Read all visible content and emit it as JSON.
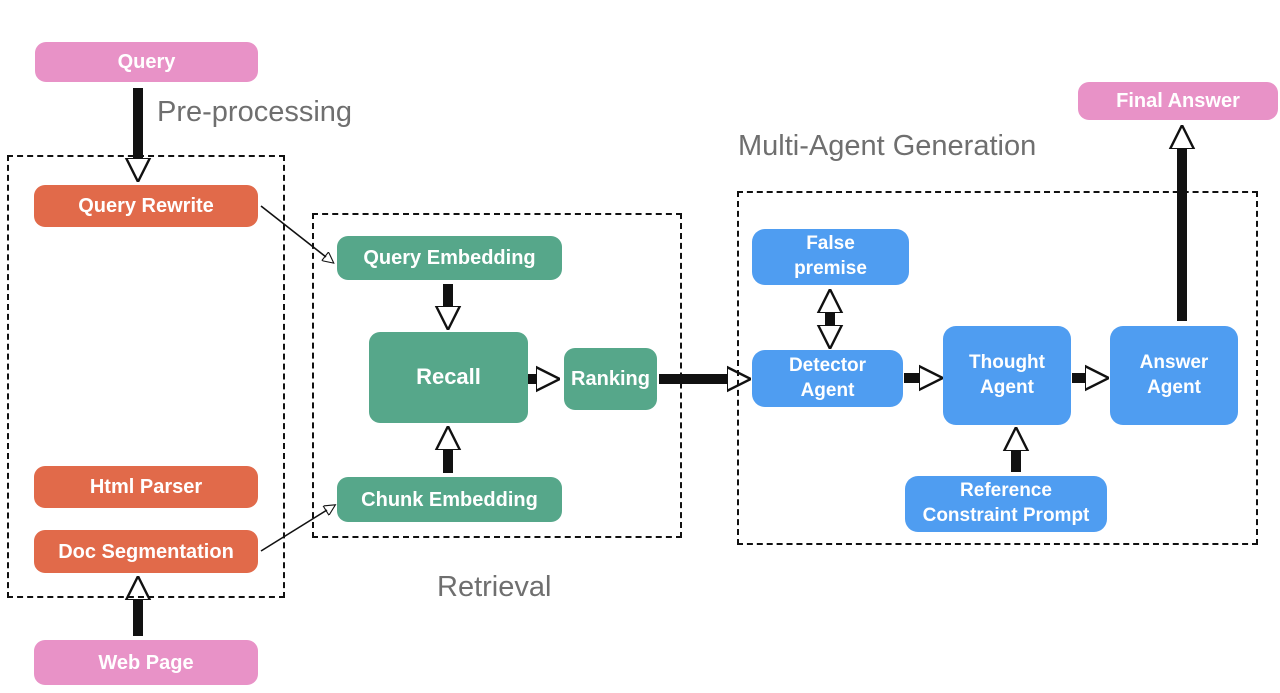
{
  "sections": {
    "preprocessing": {
      "label": "Pre-processing"
    },
    "retrieval": {
      "label": "Retrieval"
    },
    "multi_agent": {
      "label": "Multi-Agent Generation"
    }
  },
  "nodes": {
    "query": {
      "label": "Query",
      "color": "#e892c7"
    },
    "query_rewrite": {
      "label": "Query Rewrite",
      "color": "#e16a4a"
    },
    "html_parser": {
      "label": "Html Parser",
      "color": "#e16a4a"
    },
    "doc_segmentation": {
      "label": "Doc Segmentation",
      "color": "#e16a4a"
    },
    "web_page": {
      "label": "Web Page",
      "color": "#e892c7"
    },
    "query_embedding": {
      "label": "Query Embedding",
      "color": "#56a78a"
    },
    "recall": {
      "label": "Recall",
      "color": "#56a78a"
    },
    "ranking": {
      "label": "Ranking",
      "color": "#56a78a"
    },
    "chunk_embedding": {
      "label": "Chunk Embedding",
      "color": "#56a78a"
    },
    "false_premise": {
      "lines": [
        "False",
        "premise"
      ],
      "color": "#4f9df1"
    },
    "detector_agent": {
      "lines": [
        "Detector",
        "Agent"
      ],
      "color": "#4f9df1"
    },
    "thought_agent": {
      "lines": [
        "Thought",
        "Agent"
      ],
      "color": "#4f9df1"
    },
    "answer_agent": {
      "lines": [
        "Answer",
        "Agent"
      ],
      "color": "#4f9df1"
    },
    "reference_constraint_prompt": {
      "lines": [
        "Reference",
        "Constraint Prompt"
      ],
      "color": "#4f9df1"
    },
    "final_answer": {
      "label": "Final Answer",
      "color": "#e892c7"
    }
  },
  "colors": {
    "pink": "#e892c7",
    "orange": "#e16a4a",
    "green": "#56a78a",
    "blue": "#4f9df1",
    "arrow_black": "#111111",
    "section_label_gray": "#6f6f6f",
    "background": "#ffffff"
  }
}
